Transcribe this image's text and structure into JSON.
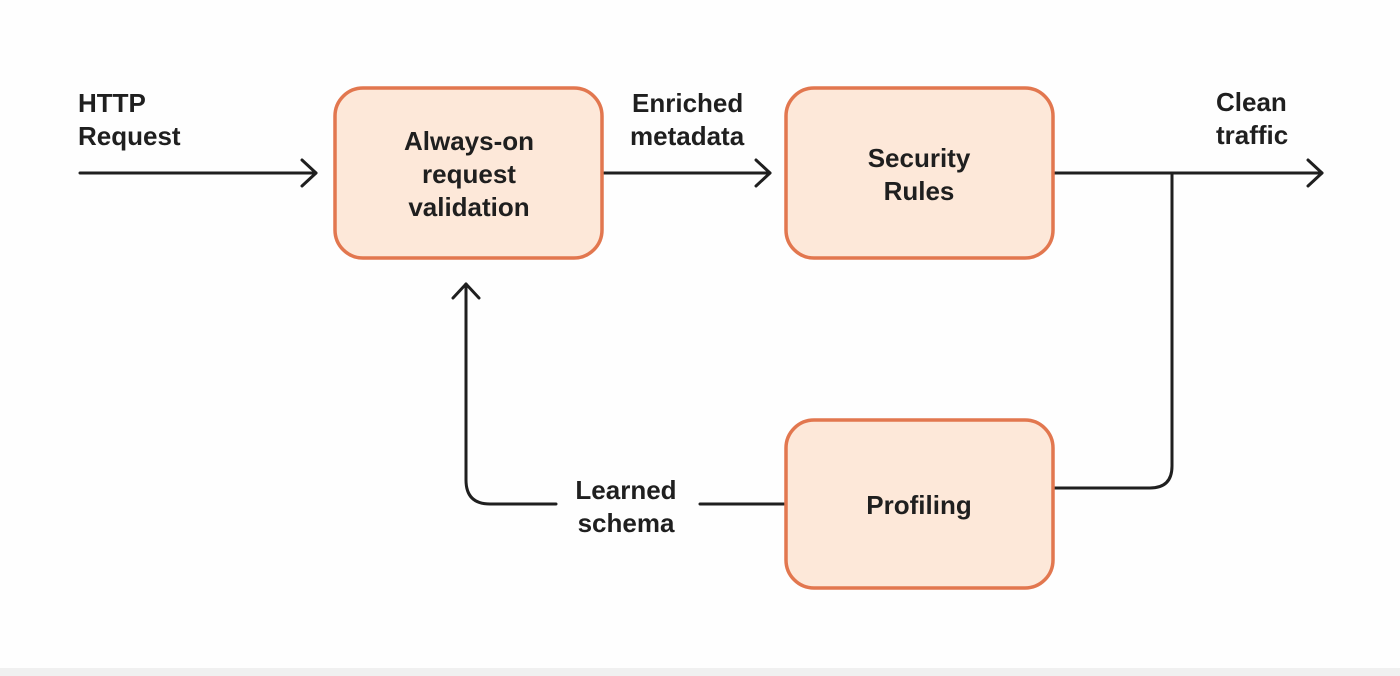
{
  "theme": {
    "box_fill": "#fde8d9",
    "box_stroke": "#e2774f",
    "line_color": "#1f1f1f",
    "background": "#fefefe"
  },
  "nodes": {
    "validation": {
      "line1": "Always-on",
      "line2": "request",
      "line3": "validation"
    },
    "security": {
      "line1": "Security",
      "line2": "Rules"
    },
    "profiling": {
      "line1": "Profiling"
    }
  },
  "edges": {
    "http_request": {
      "line1": "HTTP",
      "line2": "Request"
    },
    "enriched_metadata": {
      "line1": "Enriched",
      "line2": "metadata"
    },
    "clean_traffic": {
      "line1": "Clean",
      "line2": "traffic"
    },
    "learned_schema": {
      "line1": "Learned",
      "line2": "schema"
    }
  }
}
